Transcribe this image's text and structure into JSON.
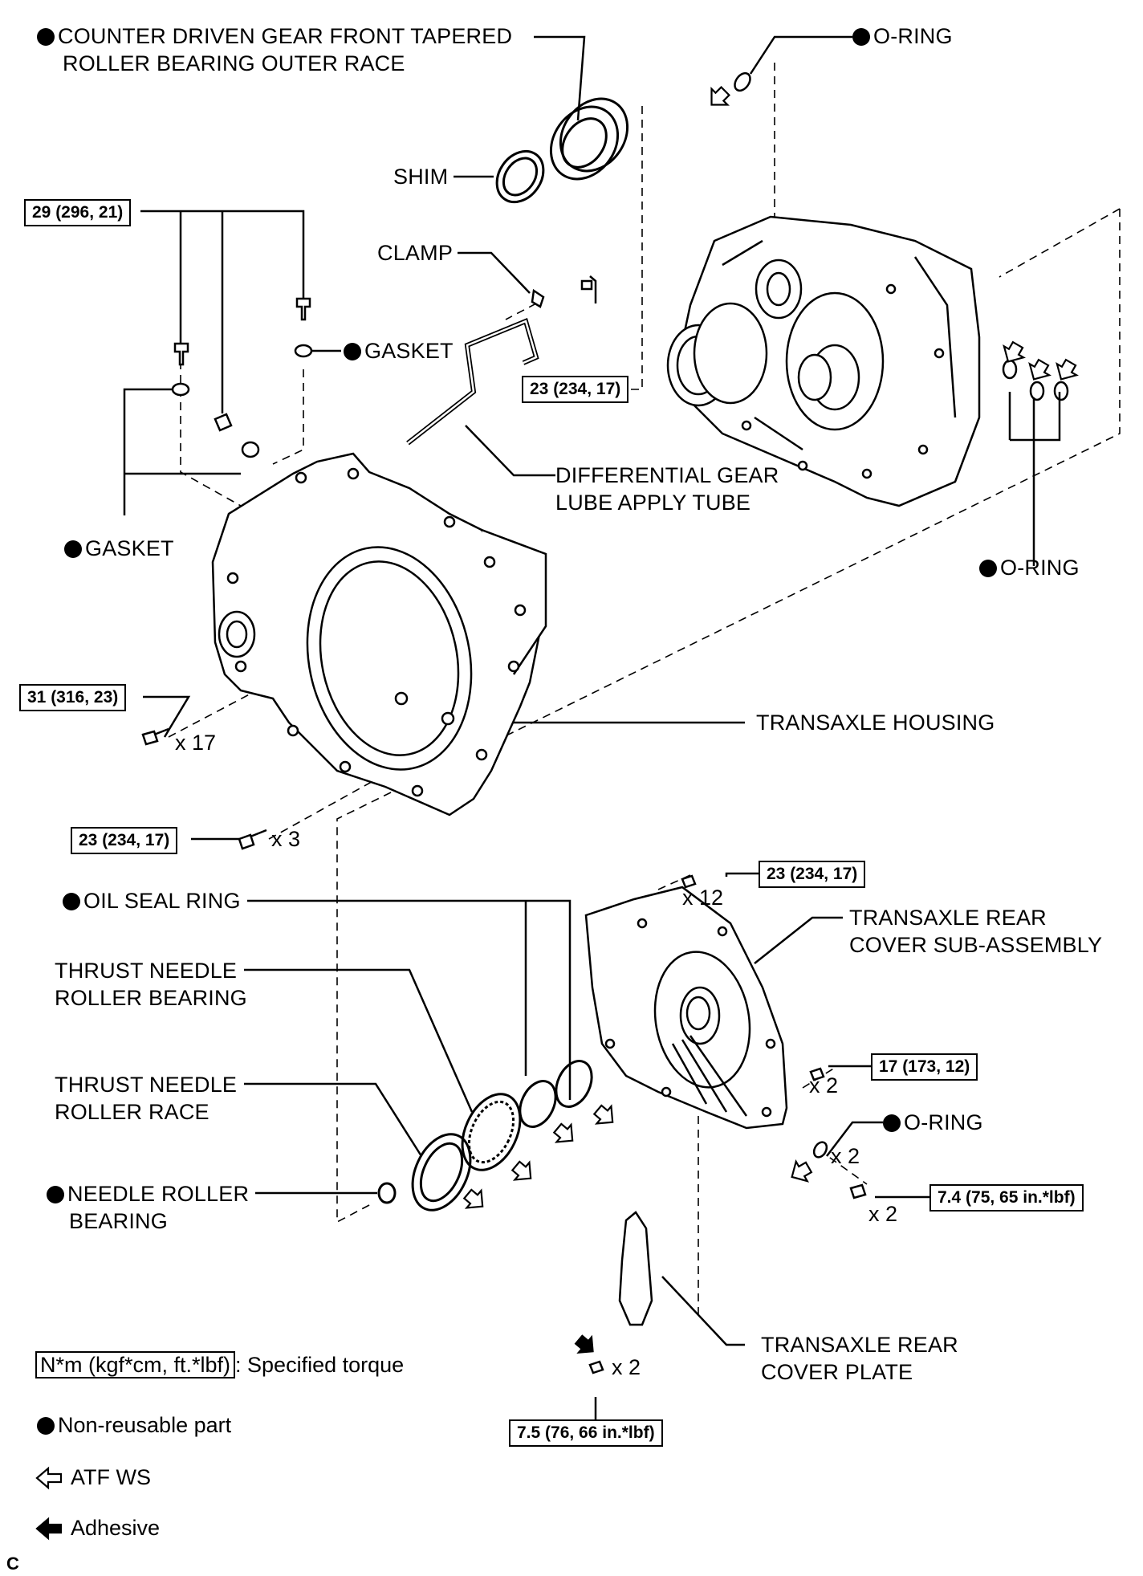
{
  "labels": {
    "counter_driven_gear_line1": "COUNTER DRIVEN GEAR FRONT TAPERED",
    "counter_driven_gear_line2": "ROLLER BEARING OUTER RACE",
    "o_ring_top": "O-RING",
    "shim": "SHIM",
    "clamp": "CLAMP",
    "gasket_upper": "GASKET",
    "gasket_left": "GASKET",
    "diff_tube_line1": "DIFFERENTIAL GEAR",
    "diff_tube_line2": "LUBE APPLY TUBE",
    "o_ring_right": "O-RING",
    "transaxle_housing": "TRANSAXLE HOUSING",
    "oil_seal_ring": "OIL SEAL RING",
    "thrust_bearing_line1": "THRUST NEEDLE",
    "thrust_bearing_line2": "ROLLER BEARING",
    "thrust_race_line1": "THRUST NEEDLE",
    "thrust_race_line2": "ROLLER RACE",
    "needle_bearing_line1": "NEEDLE ROLLER",
    "needle_bearing_line2": "BEARING",
    "rear_cover_line1": "TRANSAXLE REAR",
    "rear_cover_line2": "COVER SUB-ASSEMBLY",
    "o_ring_lower": "O-RING",
    "rear_plate_line1": "TRANSAXLE REAR",
    "rear_plate_line2": "COVER PLATE"
  },
  "torques": {
    "t29": "29 (296, 21)",
    "t23_clamp": "23 (234, 17)",
    "t31": "31 (316, 23)",
    "t23_lower": "23 (234, 17)",
    "t23_cover": "23 (234, 17)",
    "t17": "17 (173, 12)",
    "t74": "7.4 (75, 65 in.*lbf)",
    "t75": "7.5 (76, 66 in.*lbf)"
  },
  "quantities": {
    "q17": "x 17",
    "q3": "x 3",
    "q12": "x 12",
    "q2_a": "x 2",
    "q2_oring": "x 2",
    "q2_b": "x 2",
    "q2_plate": "x 2"
  },
  "legend": {
    "torque_unit": "N*m (kgf*cm, ft.*lbf)",
    "torque_desc": ": Specified torque",
    "non_reusable": "Non-reusable part",
    "atf": "ATF WS",
    "adhesive": "Adhesive"
  },
  "footer": "C"
}
